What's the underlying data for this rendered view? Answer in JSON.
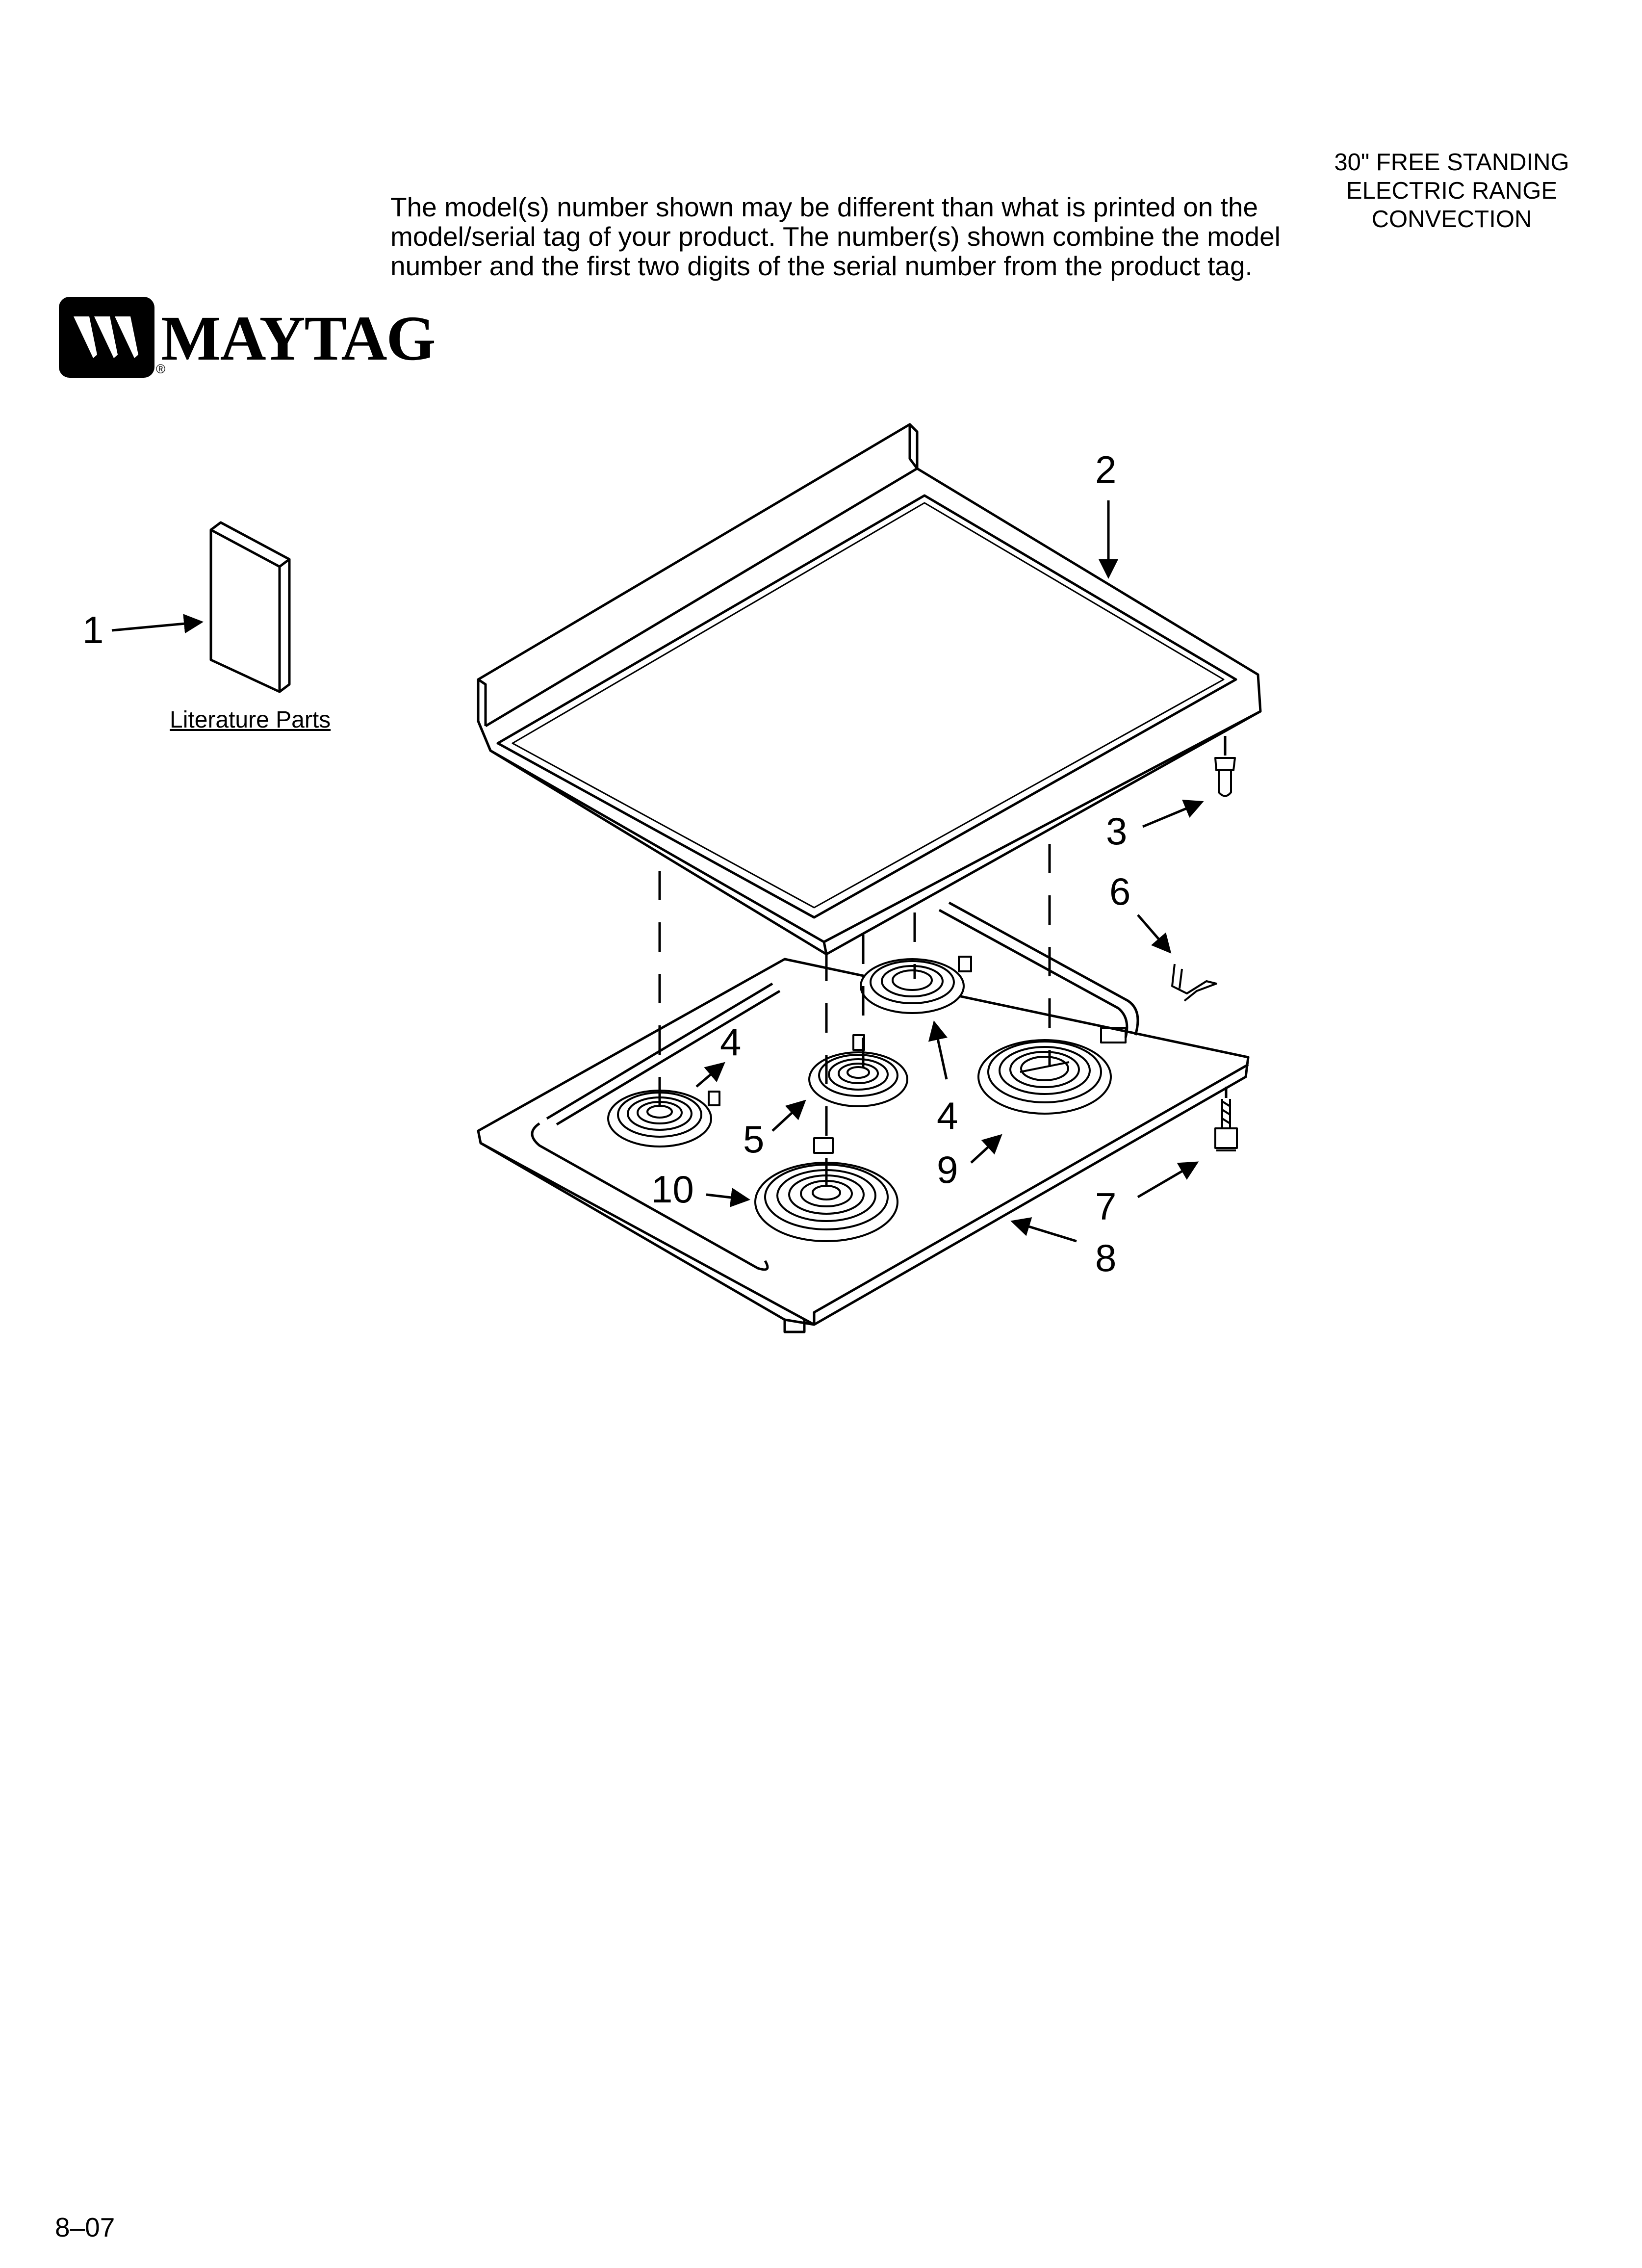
{
  "header": {
    "note_lines": [
      "The model(s) number shown may be different than what is printed on the",
      "model/serial tag of your product. The number(s) shown combine the model",
      "number and the first two digits of the serial number from the product tag."
    ],
    "title_lines": [
      "30\" FREE STANDING",
      "ELECTRIC RANGE",
      "CONVECTION"
    ]
  },
  "logo": {
    "text": "MAYTAG",
    "registered": "®"
  },
  "diagram": {
    "literature_label": "Literature Parts",
    "callouts": [
      {
        "id": "c1",
        "text": "1"
      },
      {
        "id": "c2",
        "text": "2"
      },
      {
        "id": "c3",
        "text": "3"
      },
      {
        "id": "c4a",
        "text": "4"
      },
      {
        "id": "c4b",
        "text": "4"
      },
      {
        "id": "c5",
        "text": "5"
      },
      {
        "id": "c6",
        "text": "6"
      },
      {
        "id": "c7",
        "text": "7"
      },
      {
        "id": "c8",
        "text": "8"
      },
      {
        "id": "c9",
        "text": "9"
      },
      {
        "id": "c10",
        "text": "10"
      }
    ]
  },
  "footer": {
    "code": "8–07"
  }
}
